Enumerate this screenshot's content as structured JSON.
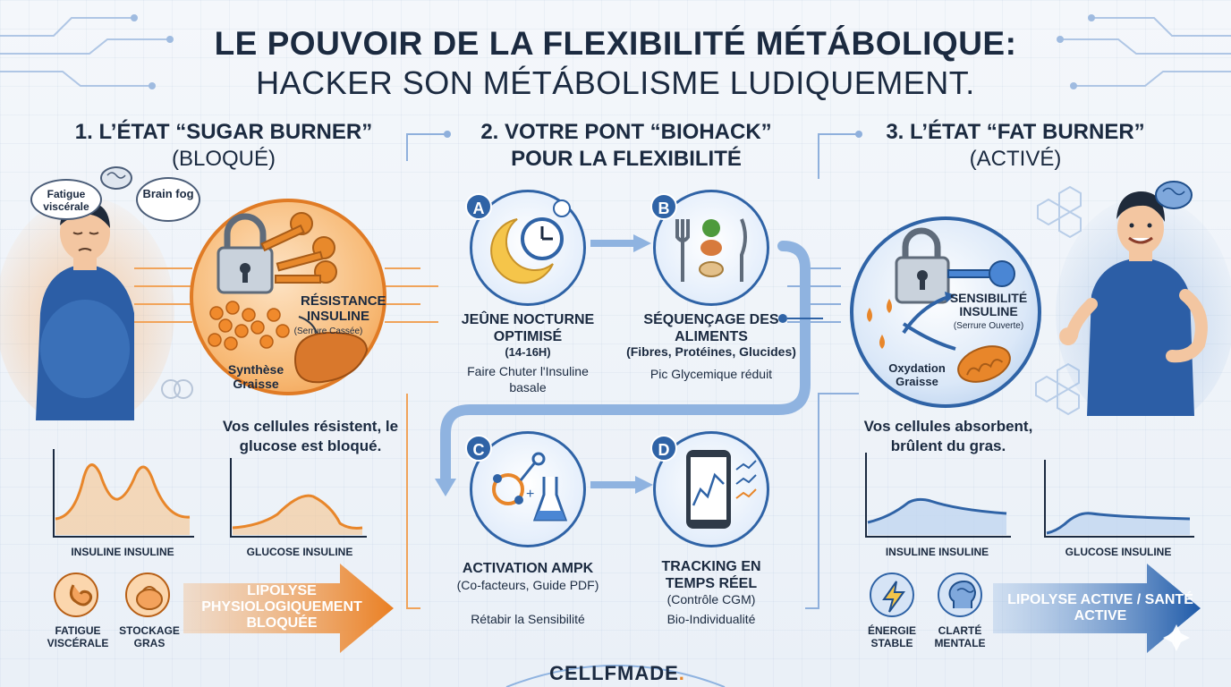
{
  "header": {
    "title_line1": "LE POUVOIR DE LA FLEXIBILITÉ MÉTÁBOLIQUE:",
    "title_line2": "HACKER SON MÉTÁBOLISME LUDIQUEMENT."
  },
  "section1": {
    "heading": "1. L’ÉTAT “SUGAR BURNER”",
    "subheading": "(BLOQUÉ)",
    "thought_left": "Fatigue viscérale",
    "thought_right": "Brain fog",
    "circle_label_title": "RÉSISTANCE INSULINE",
    "circle_label_sub": "(Serrure Cassée)",
    "circle_label_synth": "Synthèse Graisse",
    "description": "Vos cellules résistent, le glucose est bloqué.",
    "chart_left_label": "INSULINE INSULINE",
    "chart_right_label": "GLUCOSE INSULINE",
    "icon_left_label": "FATIGUE VISCÉRALE",
    "icon_right_label": "STOCKAGE GRAS",
    "arrow_text": "LIPOLYSE PHYSIOLOGIQUEMENT BLOQUÉE",
    "accent": "#f08a2c"
  },
  "section2": {
    "heading_line1": "2. VOTRE PONT “BIOHACK”",
    "heading_line2": "POUR LA FLEXIBILITÉ",
    "steps": [
      {
        "badge": "A",
        "title": "JEÛNE NOCTURNE OPTIMISÉ",
        "title_sub": "(14-16H)",
        "desc": "Faire Chuter l'Insuline basale",
        "icon": "moon-clock-icon"
      },
      {
        "badge": "B",
        "title": "SÉQUENÇAGE DES ALIMENTS",
        "title_sub": "(Fibres, Protéines, Glucides)",
        "desc": "Pic Glycemique réduit",
        "icon": "fork-knife-food-icon"
      },
      {
        "badge": "C",
        "title": "ACTIVATION AMPK",
        "title_sub": "(Co-facteurs, Guide PDF)",
        "desc": "Rétabir la Sensibilité",
        "icon": "molecule-flask-icon"
      },
      {
        "badge": "D",
        "title": "TRACKING EN TEMPS RÉEL",
        "title_sub": "(Contrôle CGM)",
        "desc": "Bio-Individualité",
        "icon": "phone-chart-icon"
      }
    ],
    "accent": "#2f63a6"
  },
  "section3": {
    "heading": "3. L’ÉTAT “FAT BURNER”",
    "subheading": "(ACTIVÉ)",
    "circle_label_title": "SENSIBILITÉ INSULINE",
    "circle_label_sub": "(Serrure Ouverte)",
    "circle_label_ox": "Oxydation Graisse",
    "description": "Vos cellules absorbent, brûlent du gras.",
    "chart_left_label": "INSULINE INSULINE",
    "chart_right_label": "GLUCOSE INSULINE",
    "icon_left_label": "ÉNERGIE STABLE",
    "icon_right_label": "CLARTÉ MENTALE",
    "arrow_text": "LIPOLYSE ACTIVE / SANTÉ ACTIVE",
    "accent": "#2f63a6"
  },
  "footer": {
    "brand_left": "CELLFMADE",
    "brand_dot": "."
  }
}
